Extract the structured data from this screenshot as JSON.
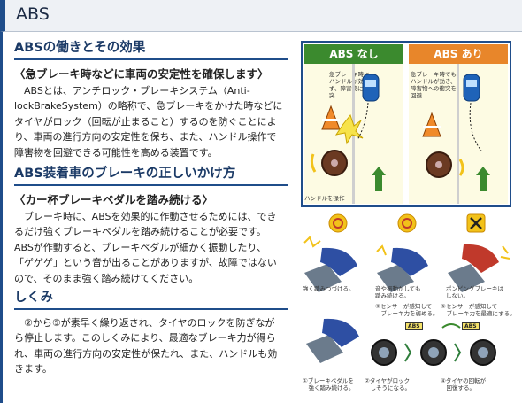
{
  "header": {
    "title": "ABS"
  },
  "sections": [
    {
      "title": "ABSの働きとその効果",
      "subtitle": "〈急ブレーキ時などに車両の安定性を確保します〉",
      "lines": [
        "　ABSとは、アンチロック・ブレーキシステム（Anti-",
        "lockBrakeSystem）の略称で、急ブレーキをかけた時などに",
        "タイヤがロック（回転が止まること）するのを防ぐことによ",
        "り、車両の進行方向の安定性を保ち、また、ハンドル操作で",
        "障害物を回避できる可能性を高める装置です。"
      ]
    },
    {
      "title": "ABS装着車のブレーキの正しいかけ方",
      "subtitle": "〈カー杯ブレーキペダルを踏み続ける〉",
      "lines": [
        "　ブレーキ時に、ABSを効果的に作動させるためには、でき",
        "るだけ強くブレーキペダルを踏み続けることが必要です。",
        "ABSが作動すると、ブレーキペダルが細かく振動したり、",
        "「ゲゲゲ」という音が出ることがありますが、故障ではない",
        "ので、そのまま強く踏み続けてください。"
      ]
    },
    {
      "title": "しくみ",
      "subtitle": "",
      "lines": [
        "　②から⑤が素早く繰り返され、タイヤのロックを防ぎなが",
        "ら停止します。このしくみにより、最適なブレーキ力が得ら",
        "れ、車両の進行方向の安定性が保たれ、また、ハンドルも効",
        "きます。"
      ]
    }
  ],
  "diagram": {
    "left_head": "ABS なし",
    "right_head": "ABS あり",
    "left_note": "急ブレーキ時に\nハンドルが効か\nず、障害物に衝\n突",
    "right_note": "急ブレーキ時でも\nハンドルが効き、\n障害物への衝突を\n回避",
    "caption": "ハンドルを操作",
    "colors": {
      "no_abs": "#3b8a2e",
      "with_abs": "#e8862a",
      "frame": "#1f4d8a"
    }
  },
  "illustrations": {
    "pedal_labels": [
      "強く踏みつづける。",
      "音や振動がしても\n踏み続ける。",
      "ポンピングブレーキは\nしない。"
    ],
    "steps": [
      "③センサーが感知して\n　ブレーキ力を弱める。",
      "⑤センサーが感知して\n　ブレーキ力を最適にする。",
      "①ブレーキペダルを\n　強く踏み続ける。",
      "②タイヤがロック\n　しそうになる。",
      "④タイヤの回転が\n　回復する。"
    ],
    "abs_tag": "ABS"
  }
}
